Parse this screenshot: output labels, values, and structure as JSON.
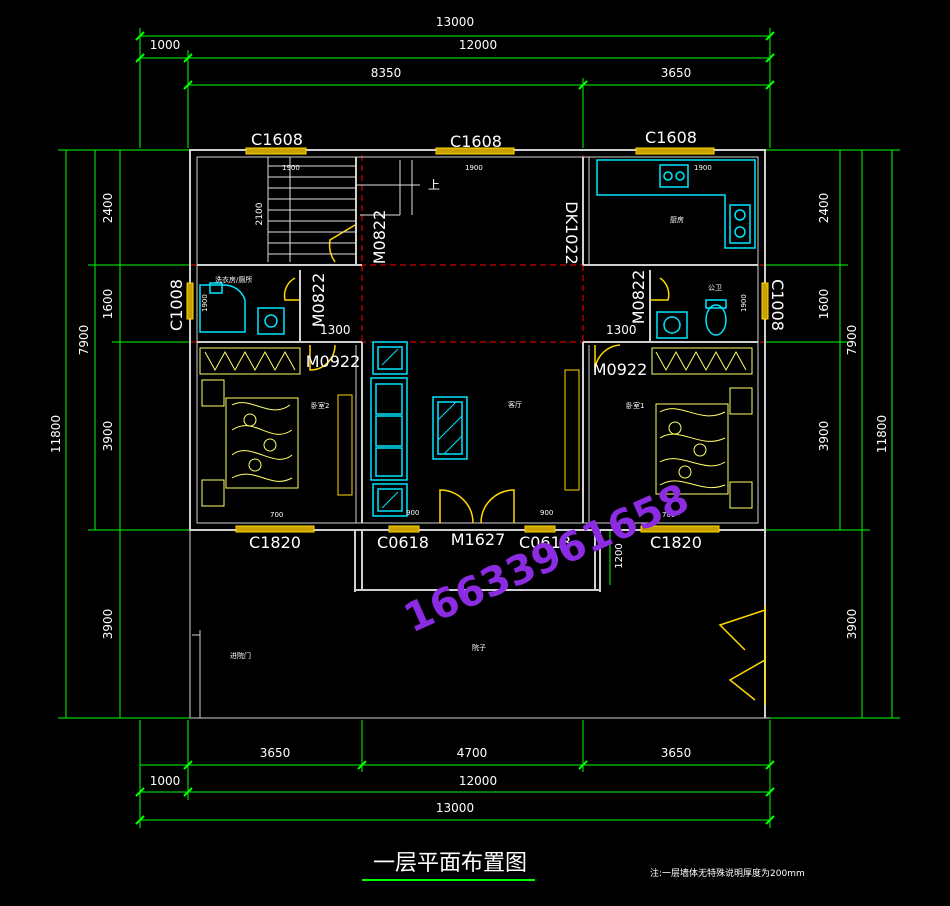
{
  "drawing": {
    "title": "一层平面布置图",
    "note": "注:一层墙体无特殊说明厚度为200mm",
    "watermark": "16633961658"
  },
  "dimensions": {
    "top_overall": "13000",
    "top_left_offset": "1000",
    "top_inner": "12000",
    "top_left_segment": "8350",
    "top_right_segment": "3650",
    "bottom_left": "3650",
    "bottom_mid": "4700",
    "bottom_right": "3650",
    "bottom_left_offset": "1000",
    "bottom_inner": "12000",
    "bottom_overall": "13000",
    "left_2400": "2400",
    "left_1600": "1600",
    "left_7900": "7900",
    "left_3900_upper": "3900",
    "left_11800": "11800",
    "left_3900_lower": "3900",
    "right_2400": "2400",
    "right_1600": "1600",
    "right_7900": "7900",
    "right_3900_upper": "3900",
    "right_11800": "11800",
    "right_3900_lower": "3900",
    "porch_1200": "1200",
    "stair_2100": "2100"
  },
  "openings": {
    "c1608_left": "C1608",
    "c1608_mid": "C1608",
    "c1608_right": "C1608",
    "c1008_left": "C1008",
    "c1008_right": "C1008",
    "c1820_left": "C1820",
    "c1820_right": "C1820",
    "c0618_left": "C0618",
    "c0618_right": "C0618",
    "m1627": "M1627",
    "m0822_stair": "M0822",
    "m0822_bath_left": "M0822",
    "m0822_bath_right": "M0822",
    "m0922_left": "M0922",
    "m0922_right": "M0922",
    "dk1022": "DK1022"
  },
  "sills": {
    "s1900_a": "1900",
    "s1900_b": "1900",
    "s1900_c": "1900",
    "s1900_d": "1900",
    "s1900_e": "1900",
    "s1300_l": "1300",
    "s1300_r": "1300",
    "s700_l": "700",
    "s700_r": "700",
    "s900_l": "900",
    "s900_r": "900"
  },
  "rooms": {
    "kitchen": "厨房",
    "bath_left": "洗衣房/厕所",
    "bath_right": "公卫",
    "bedroom_left": "卧室2",
    "bedroom_right": "卧室1",
    "living": "客厅",
    "yard": "院子",
    "gate_post": "进院门",
    "stair_up": "上"
  },
  "colors": {
    "wall": "#d0d0d0",
    "dim_line": "#00ff00",
    "axis": "#ff0000",
    "window": "#ffd700",
    "furniture": "#00e5ff",
    "bed": "#ffff66",
    "watermark": "#8b2be2"
  }
}
